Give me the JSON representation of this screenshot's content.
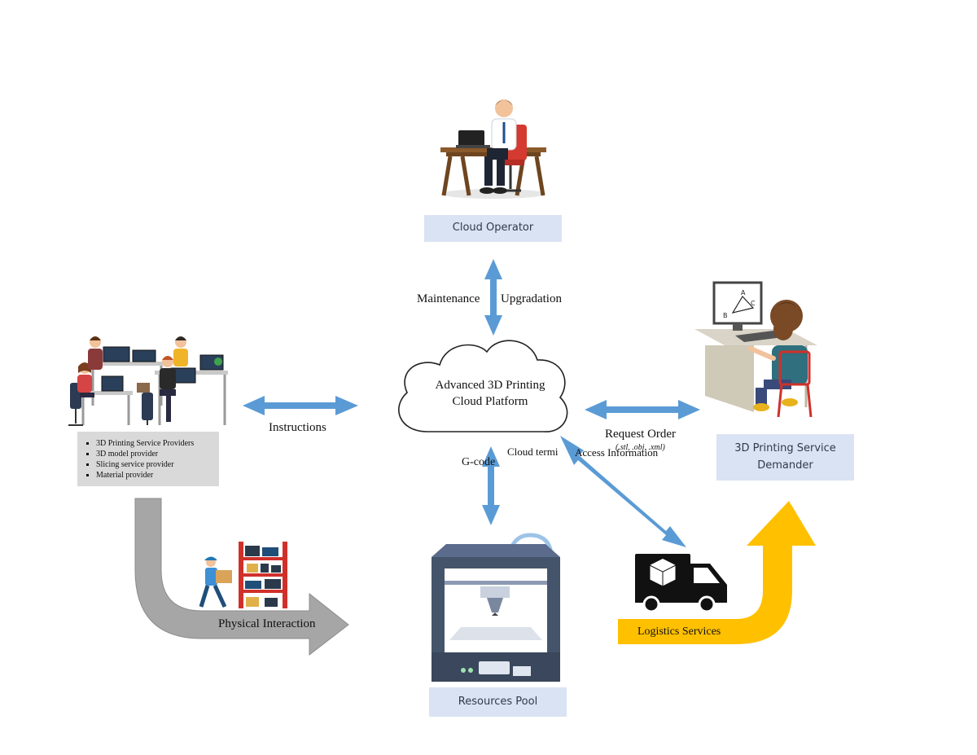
{
  "nodes": {
    "cloud_operator": "Cloud Operator",
    "platform": "Advanced 3D Printing Cloud Platform",
    "demander": "3D Printing Service Demander",
    "resources_pool": "Resources Pool"
  },
  "providers": {
    "items": [
      "3D Printing Service Providers",
      "3D model provider",
      "Slicing service provider",
      "Material provider"
    ]
  },
  "edges": {
    "maintenance": "Maintenance",
    "upgradation": "Upgradation",
    "instructions": "Instructions",
    "request_order": "Request Order",
    "file_formats": "(.stl, .obj, .xml)",
    "gcode": "G-code",
    "cloud_terminal": "Cloud termi",
    "access_information": "Access Information",
    "physical_interaction": "Physical Interaction",
    "logistics_services": "Logistics Services"
  },
  "colors": {
    "arrow_blue": "#5b9bd5",
    "label_box": "#dae3f3",
    "physical_arrow": "#a6a6a6",
    "logistics_arrow": "#ffc000",
    "printer_body": "#44546a"
  }
}
